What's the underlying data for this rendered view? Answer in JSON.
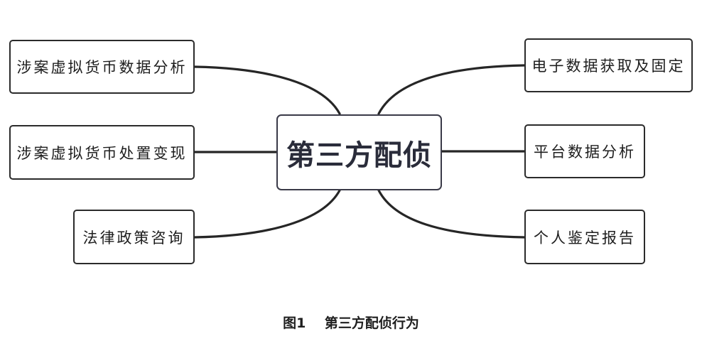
{
  "center": "第三方配侦",
  "left_nodes": [
    "涉案虚拟货币数据分析",
    "涉案虚拟货币处置变现",
    "法律政策咨询"
  ],
  "right_nodes": [
    "电子数据获取及固定",
    "平台数据分析",
    "个人鉴定报告"
  ],
  "caption": {
    "label": "图1",
    "title": "第三方配侦行为"
  },
  "colors": {
    "border": "#2b2b2b",
    "connector": "#262626",
    "text": "#1e1e1e"
  }
}
